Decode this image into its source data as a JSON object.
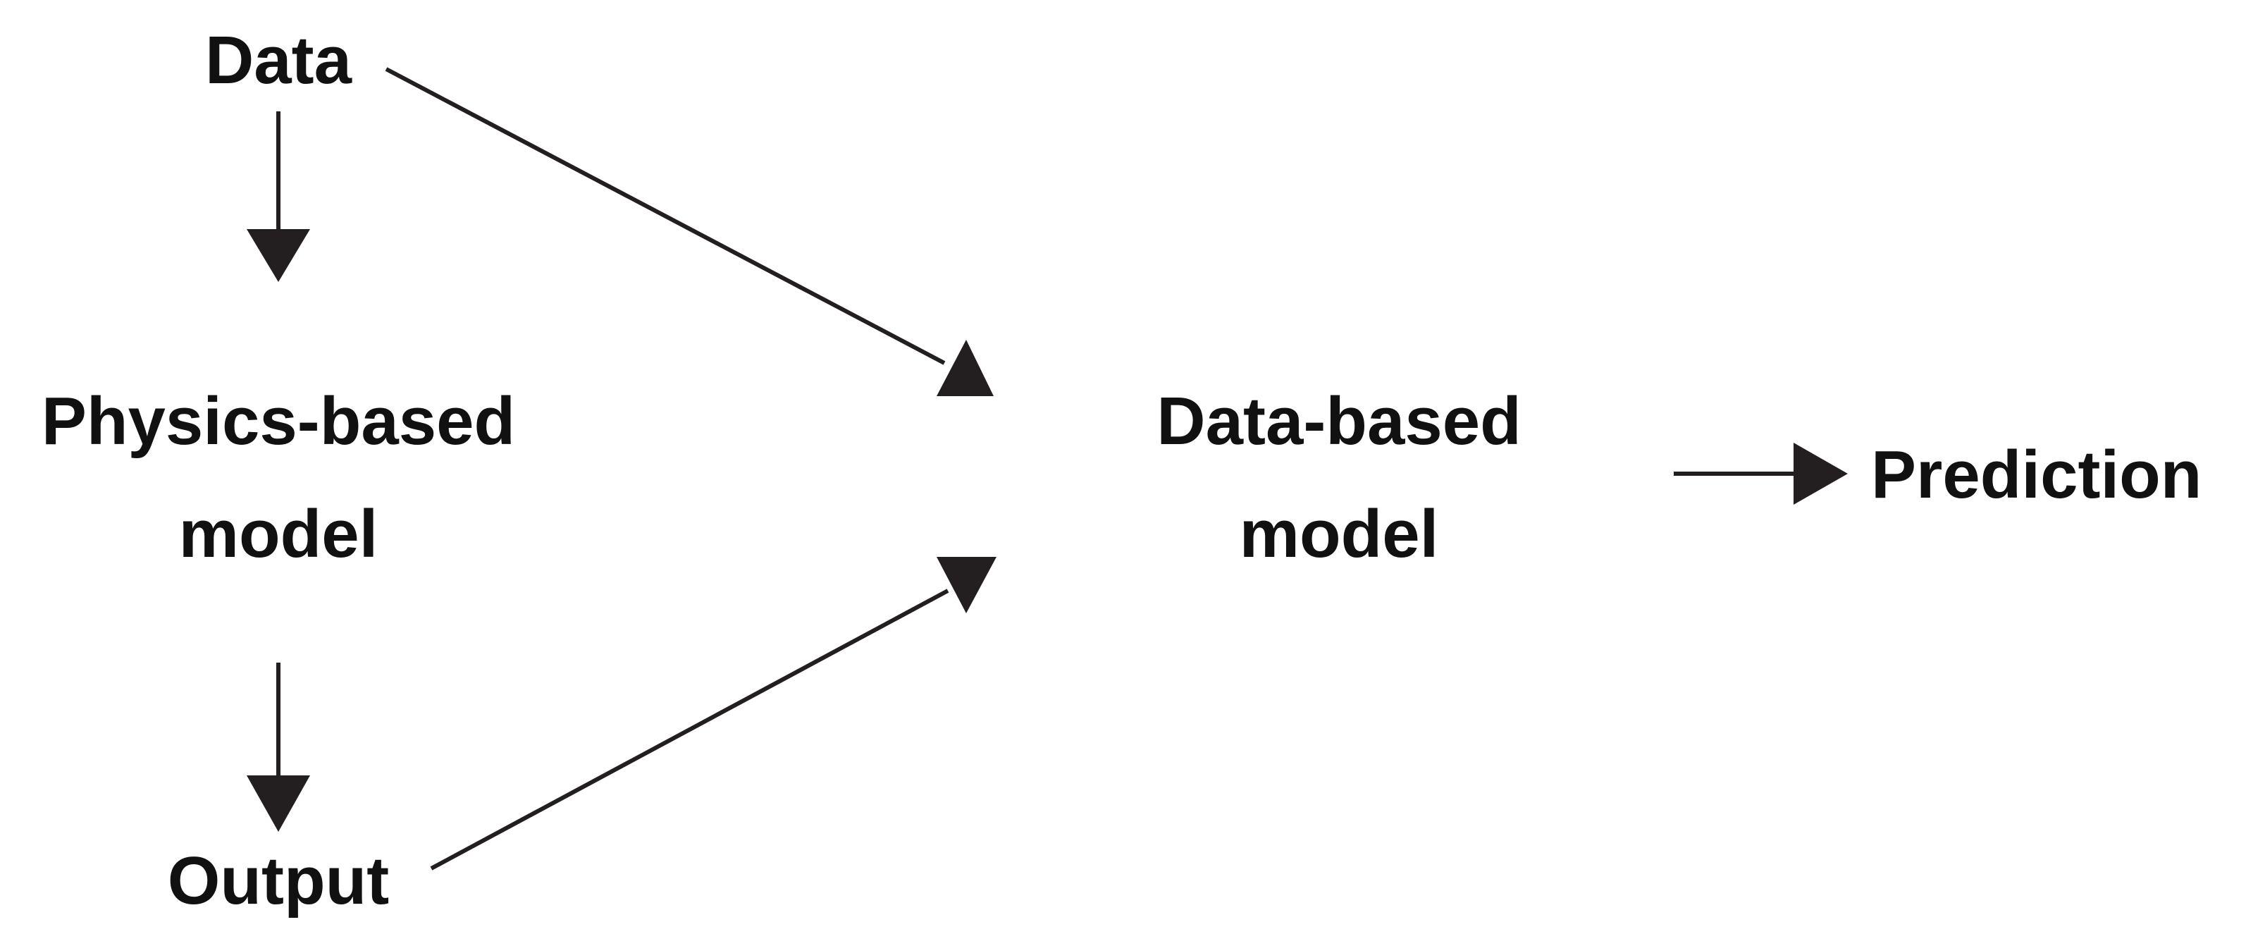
{
  "nodes": {
    "data": {
      "label": "Data"
    },
    "physics_model": {
      "lines": [
        "Physics-based",
        "model"
      ]
    },
    "output": {
      "label": "Output"
    },
    "data_model": {
      "lines": [
        "Data-based",
        "model"
      ]
    },
    "prediction": {
      "label": "Prediction"
    }
  },
  "edges": [
    {
      "from": "Data",
      "to": "Physics-based model"
    },
    {
      "from": "Physics-based model",
      "to": "Output"
    },
    {
      "from": "Data",
      "to": "Data-based model"
    },
    {
      "from": "Output",
      "to": "Data-based model"
    },
    {
      "from": "Data-based model",
      "to": "Prediction"
    }
  ],
  "colors": {
    "text": "#111111",
    "arrow": "#231f20",
    "background": "#ffffff"
  }
}
